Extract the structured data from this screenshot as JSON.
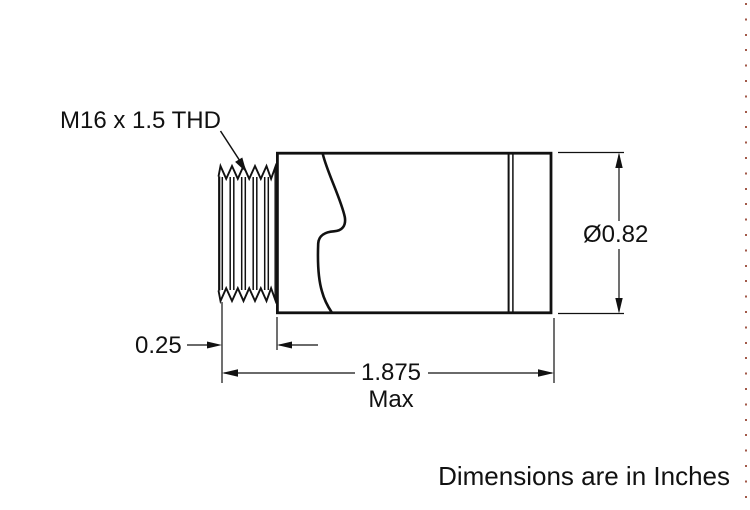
{
  "labels": {
    "thread_spec": "M16 x 1.5 THD",
    "thread_length": "0.25",
    "overall_length": "1.875",
    "overall_length_qualifier": "Max",
    "diameter": "Ø0.82",
    "units_note": "Dimensions are in Inches"
  },
  "colors": {
    "line": "#111111",
    "background": "#ffffff",
    "edge_dots": "#a25949"
  }
}
